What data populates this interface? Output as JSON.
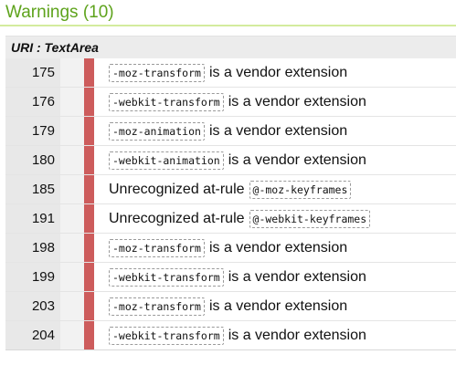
{
  "header": {
    "title": "Warnings (10)"
  },
  "section": {
    "uri_label": "URI : TextArea"
  },
  "colors": {
    "title_green": "#5ea31c",
    "severity_red": "#cd5c5c"
  },
  "rows": [
    {
      "line": "175",
      "before": "",
      "code": "-moz-transform",
      "after": "is a vendor extension"
    },
    {
      "line": "176",
      "before": "",
      "code": "-webkit-transform",
      "after": "is a vendor extension"
    },
    {
      "line": "179",
      "before": "",
      "code": "-moz-animation",
      "after": "is a vendor extension"
    },
    {
      "line": "180",
      "before": "",
      "code": "-webkit-animation",
      "after": "is a vendor extension"
    },
    {
      "line": "185",
      "before": "Unrecognized at-rule",
      "code": "@-moz-keyframes",
      "after": ""
    },
    {
      "line": "191",
      "before": "Unrecognized at-rule",
      "code": "@-webkit-keyframes",
      "after": ""
    },
    {
      "line": "198",
      "before": "",
      "code": "-moz-transform",
      "after": "is a vendor extension"
    },
    {
      "line": "199",
      "before": "",
      "code": "-webkit-transform",
      "after": "is a vendor extension"
    },
    {
      "line": "203",
      "before": "",
      "code": "-moz-transform",
      "after": "is a vendor extension"
    },
    {
      "line": "204",
      "before": "",
      "code": "-webkit-transform",
      "after": "is a vendor extension"
    }
  ]
}
